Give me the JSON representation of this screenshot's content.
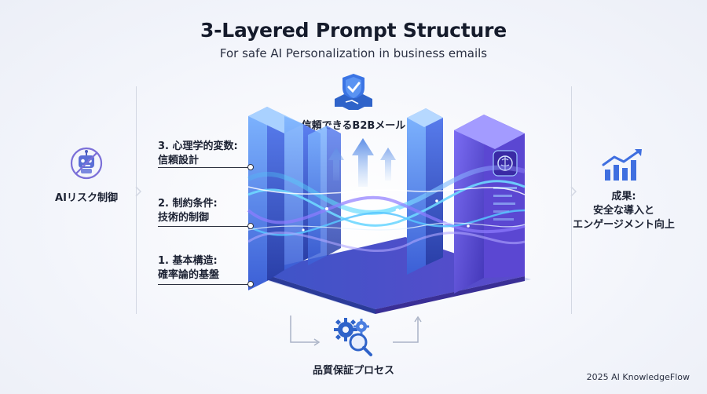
{
  "title": "3-Layered Prompt Structure",
  "subtitle": "For safe AI Personalization in business emails",
  "left": {
    "label": "AIリスク制御",
    "icon": "no-robot-icon"
  },
  "top": {
    "label": "信頼できるB2Bメール",
    "icon": "shield-handshake-icon"
  },
  "bottom": {
    "label": "品質保証プロセス",
    "icon": "gears-magnifier-icon"
  },
  "right": {
    "line1": "成果:",
    "line2": "安全な導入と",
    "line3": "エンゲージメント向上",
    "icon": "growth-chart-icon"
  },
  "layers": [
    {
      "line1": "3. 心理学的変数:",
      "line2": "信頼設計"
    },
    {
      "line1": "2. 制約条件:",
      "line2": "技術的制御"
    },
    {
      "line1": "1. 基本構造:",
      "line2": "確率論的基盤"
    }
  ],
  "footer": "2025 AI KnowledgeFlow",
  "colors": {
    "accent": "#3f6fe0",
    "violet": "#7b5cf0",
    "cyan": "#46c8f5",
    "dark": "#1c2233"
  }
}
